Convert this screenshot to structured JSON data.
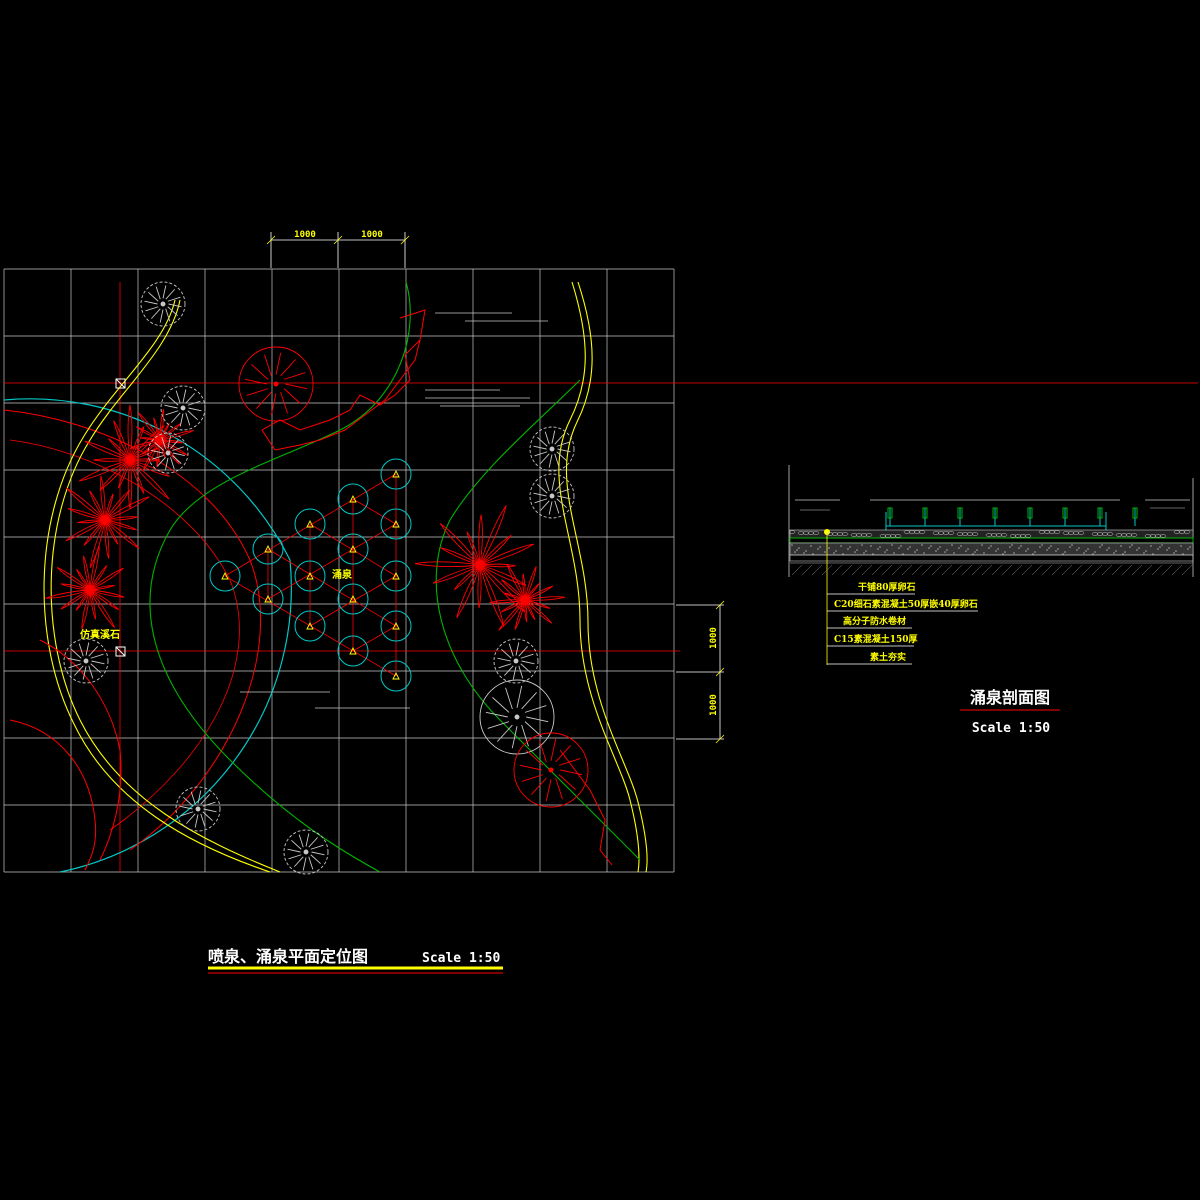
{
  "plan": {
    "title": "喷泉、涌泉平面定位图",
    "scale": "Scale 1:50",
    "dim_top": [
      "1000",
      "1000"
    ],
    "dim_right": [
      "1000",
      "1000"
    ],
    "label_fountain": "涌泉",
    "label_rock": "仿真溪石"
  },
  "section": {
    "title": "涌泉剖面图",
    "scale": "Scale 1:50",
    "layers": [
      "干铺80厚卵石",
      "C20细石素混凝土50厚嵌40厚卵石",
      "高分子防水卷材",
      "C15素混凝土150厚",
      "素土夯实"
    ]
  },
  "colors": {
    "grid": "#c8c8c8",
    "red": "#ff0000",
    "cyan": "#00c8c8",
    "green": "#00b400",
    "yellow": "#ffff00",
    "white": "#ffffff",
    "gray": "#a0a0a0"
  }
}
